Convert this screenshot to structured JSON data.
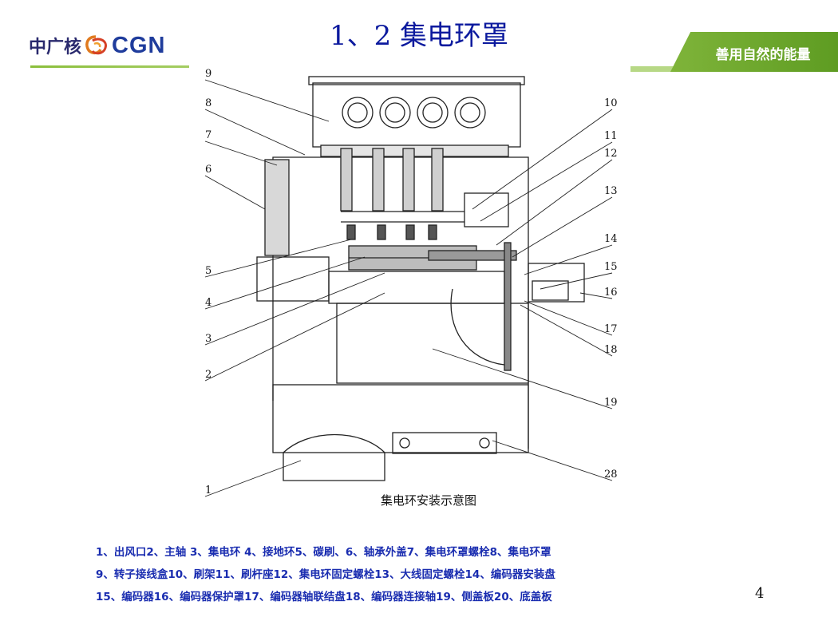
{
  "header": {
    "logo_cn": "中广核",
    "logo_en": "CGN",
    "slogan": "善用自然的能量",
    "title": "1、2 集电环罩"
  },
  "figure": {
    "caption": "集电环安装示意图",
    "callouts": [
      "9",
      "8",
      "7",
      "6",
      "5",
      "4",
      "3",
      "2",
      "1",
      "10",
      "11",
      "12",
      "13",
      "14",
      "15",
      "16",
      "17",
      "18",
      "19",
      "28"
    ]
  },
  "legend": {
    "lines": [
      "1、出风口2、主轴 3、集电环 4、接地环5、碳刷、6、轴承外盖7、集电环罩螺栓8、集电环罩",
      "9、转子接线盒10、刷架11、刷杆座12、集电环固定螺栓13、大线固定螺栓14、编码器安装盘",
      "15、编码器16、编码器保护罩17、编码器轴联结盘18、编码器连接轴19、侧盖板20、底盖板"
    ]
  },
  "page": {
    "number": "4"
  },
  "colors": {
    "title": "#0c1a9e",
    "legend": "#1a2db0",
    "brand_green": "#6aa82c",
    "brand_blue": "#1f3c9c"
  }
}
